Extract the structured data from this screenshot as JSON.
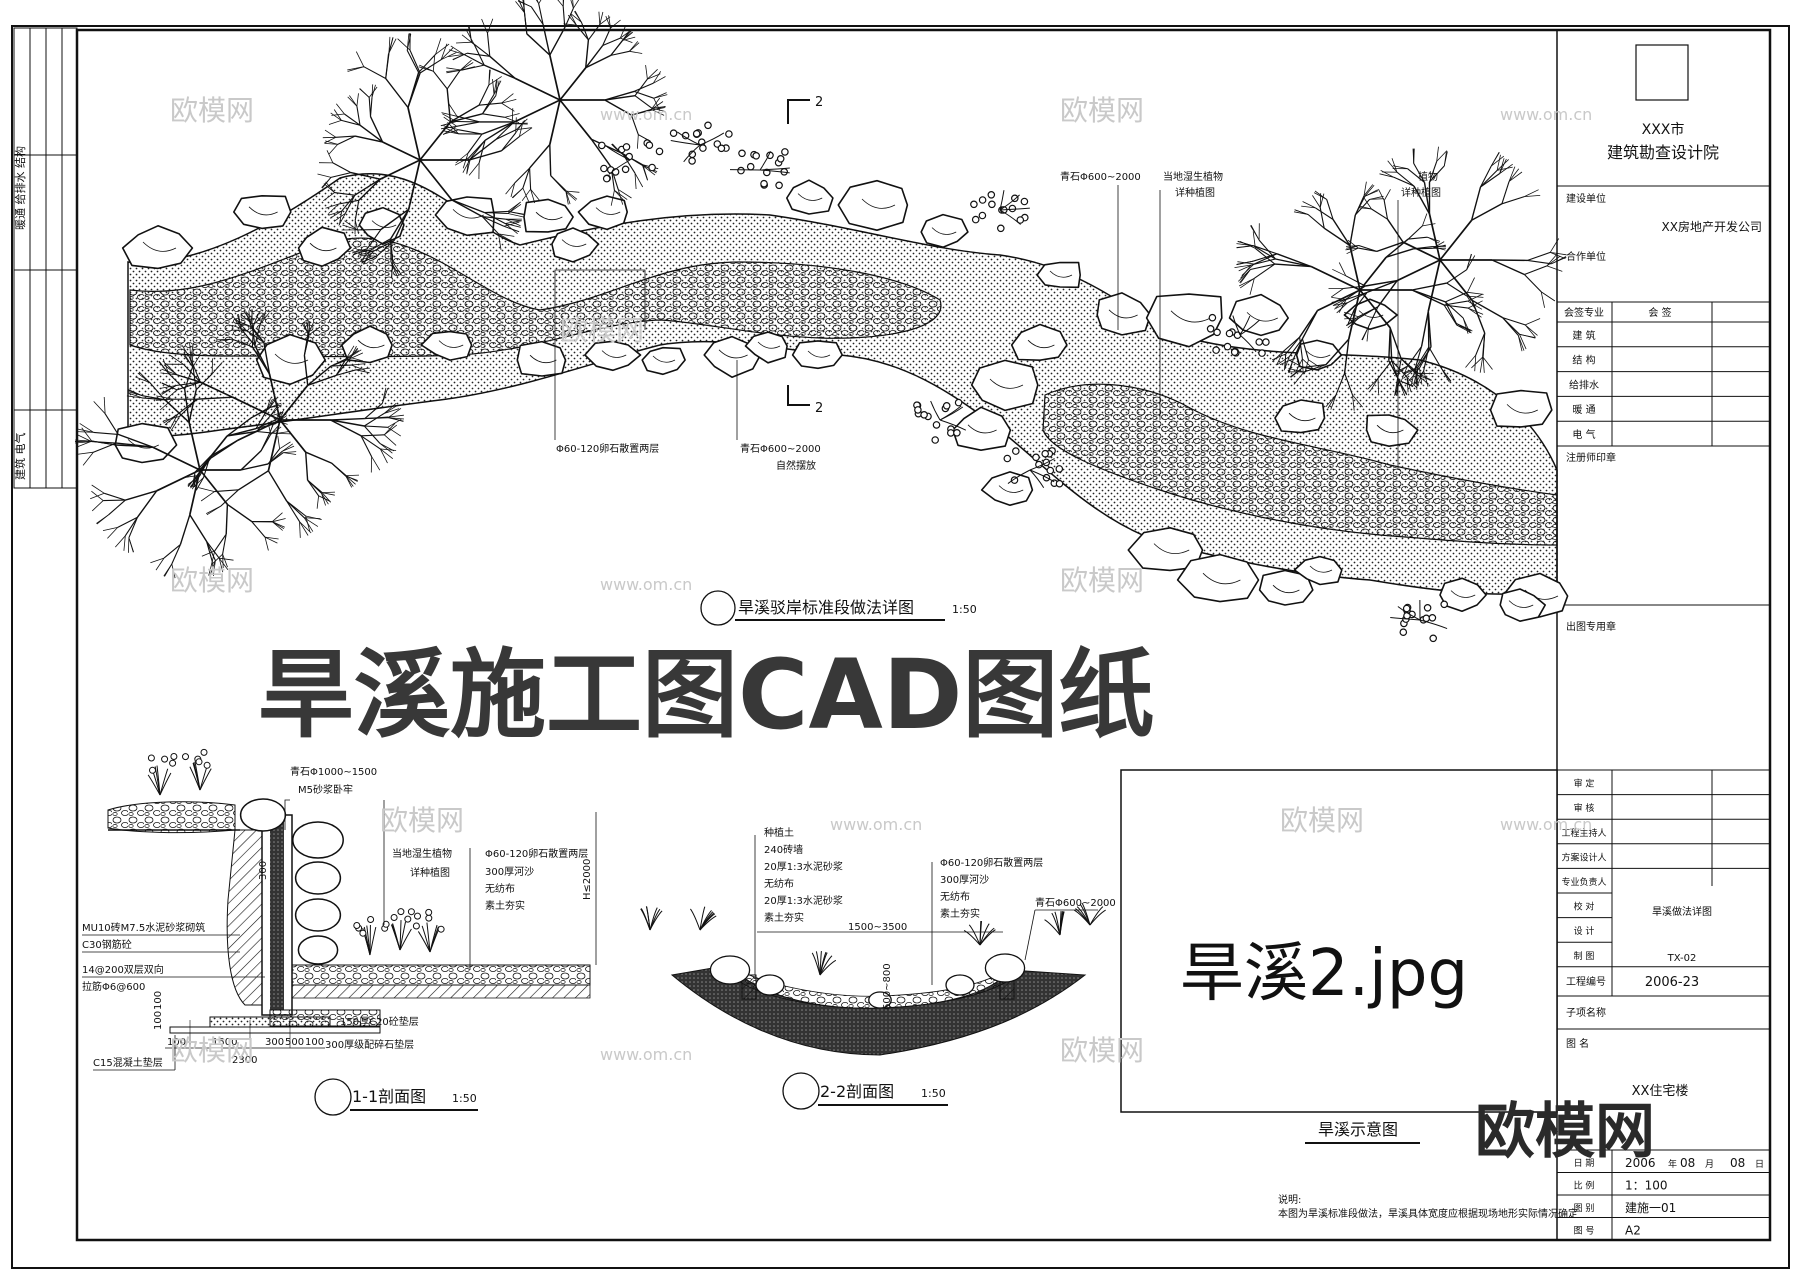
{
  "sheet": {
    "big_title": "旱溪施工图CAD图纸",
    "file_label": "旱溪2.jpg",
    "brand": "欧模网",
    "watermark": "欧模网",
    "watermark_url": "www.om.cn"
  },
  "plan": {
    "title": "旱溪驳岸标准段做法详图",
    "scale": "1:50",
    "section_mark": "2",
    "labels": {
      "stone_1": "青石Φ600~2000",
      "native_plants": "当地湿生植物",
      "native_plants_2": "详种植图",
      "plants": "植物",
      "plants_2": "详种植图",
      "pebbles": "Φ60-120卵石散置两层",
      "stone_2": "青石Φ600~2000",
      "stone_2b": "自然摆放"
    }
  },
  "section1": {
    "title": "1-1剖面图",
    "scale": "1:50",
    "labels": {
      "stone": "青石Φ1000~1500",
      "mortar": "M5砂浆卧牢",
      "plants": "当地湿生植物",
      "plants_2": "详种植图",
      "pebbles": "Φ60-120卵石散置两层",
      "sand": "300厚河沙",
      "fabric": "无纺布",
      "soil": "素土夯实",
      "brick": "MU10砖M7.5水泥砂浆砌筑",
      "concrete": "C30钢筋砼",
      "rebar": "14@200双层双向",
      "tie": "拉筋Φ6@600",
      "base1": "150厚C20砼垫层",
      "base2": "300厚级配碎石垫层",
      "base3": "C15混凝土垫层",
      "dim_300": "300",
      "dim_h": "H≤2000",
      "dim_100a": "100",
      "dim_100b": "100",
      "dim_100c": "100",
      "dim_1500": "1500",
      "dim_300b": "300",
      "dim_500": "500",
      "dim_100d": "100",
      "dim_2300": "2300"
    }
  },
  "section2": {
    "title": "2-2剖面图",
    "scale": "1:50",
    "left_labels": [
      "种植土",
      "240砖墙",
      "20厚1:3水泥砂浆",
      "无纺布",
      "20厚1:3水泥砂浆",
      "素土夯实"
    ],
    "right_labels": [
      "Φ60-120卵石散置两层",
      "300厚河沙",
      "无纺布",
      "素土夯实"
    ],
    "stone": "青石Φ600~2000",
    "width": "1500~3500",
    "depth": "600~800"
  },
  "notes": {
    "heading": "说明:",
    "text": "本图为旱溪标准段做法，旱溪具体宽度应根据现场地形实际情况确定",
    "sketch_caption": "旱溪示意图"
  },
  "left_strip": {
    "top": "暖通 给排水 结构",
    "bottom": "建筑 电气"
  },
  "title_block": {
    "box_city": "XXX市",
    "box_institute": "建筑勘查设计院",
    "client_label": "建设单位",
    "client": "XX房地产开发公司",
    "partner_label": "合作单位",
    "cosign_header": [
      "会签专业",
      "会 签"
    ],
    "cosign_rows": [
      "建 筑",
      "结 构",
      "给排水",
      "暖 通",
      "电 气"
    ],
    "reg_stamp": "注册师印章",
    "out_stamp": "出图专用章",
    "approval_rows": [
      "审 定",
      "审 核",
      "工程主持人",
      "方案设计人",
      "专业负责人",
      "校 对",
      "设 计",
      "制 图"
    ],
    "drawing_name": "旱溪做法详图",
    "drawing_code": "TX-02",
    "project_no_label": "工程编号",
    "project_no": "2006-23",
    "subitem_label": "子项名称",
    "title_label": "图 名",
    "project_name": "XX住宅楼",
    "date_label": "日 期",
    "date_year": "2006",
    "date_month": "08",
    "date_day": "08",
    "date_y": "年",
    "date_m": "月",
    "date_d": "日",
    "scale_label": "比 例",
    "scale": "1：100",
    "sheet_label": "图 别",
    "sheet": "建施一01",
    "size_label": "图 号",
    "size": "A2"
  }
}
